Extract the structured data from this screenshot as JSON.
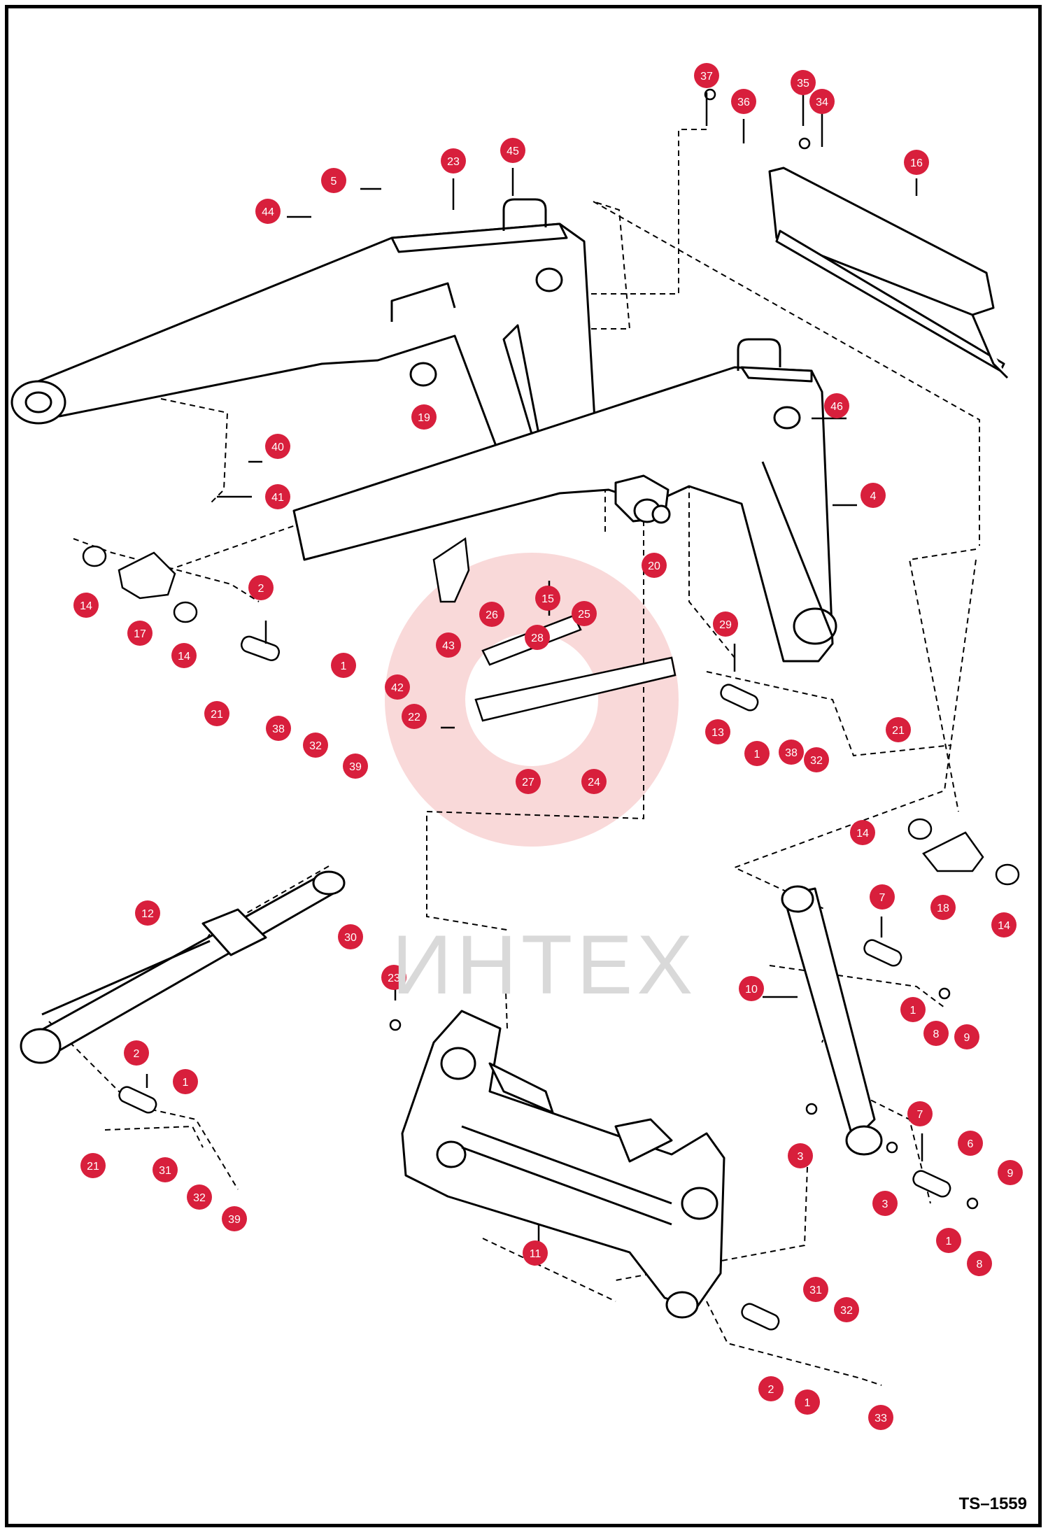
{
  "drawing_code": "TS–1559",
  "watermark": "ИНТЕХ",
  "callout_color": "#d81f3c",
  "callouts": [
    {
      "label": "37"
    },
    {
      "label": "36"
    },
    {
      "label": "35"
    },
    {
      "label": "34"
    },
    {
      "label": "16"
    },
    {
      "label": "23"
    },
    {
      "label": "45"
    },
    {
      "label": "5"
    },
    {
      "label": "44"
    },
    {
      "label": "19"
    },
    {
      "label": "46"
    },
    {
      "label": "40"
    },
    {
      "label": "41"
    },
    {
      "label": "4"
    },
    {
      "label": "20"
    },
    {
      "label": "14"
    },
    {
      "label": "17"
    },
    {
      "label": "14"
    },
    {
      "label": "2"
    },
    {
      "label": "15"
    },
    {
      "label": "25"
    },
    {
      "label": "26"
    },
    {
      "label": "43"
    },
    {
      "label": "28"
    },
    {
      "label": "29"
    },
    {
      "label": "1"
    },
    {
      "label": "42"
    },
    {
      "label": "21"
    },
    {
      "label": "22"
    },
    {
      "label": "38"
    },
    {
      "label": "32"
    },
    {
      "label": "39"
    },
    {
      "label": "27"
    },
    {
      "label": "24"
    },
    {
      "label": "13"
    },
    {
      "label": "1"
    },
    {
      "label": "38"
    },
    {
      "label": "32"
    },
    {
      "label": "21"
    },
    {
      "label": "14"
    },
    {
      "label": "18"
    },
    {
      "label": "14"
    },
    {
      "label": "12"
    },
    {
      "label": "30"
    },
    {
      "label": "23"
    },
    {
      "label": "7"
    },
    {
      "label": "10"
    },
    {
      "label": "1"
    },
    {
      "label": "8"
    },
    {
      "label": "9"
    },
    {
      "label": "2"
    },
    {
      "label": "1"
    },
    {
      "label": "21"
    },
    {
      "label": "31"
    },
    {
      "label": "32"
    },
    {
      "label": "39"
    },
    {
      "label": "7"
    },
    {
      "label": "6"
    },
    {
      "label": "3"
    },
    {
      "label": "9"
    },
    {
      "label": "3"
    },
    {
      "label": "1"
    },
    {
      "label": "8"
    },
    {
      "label": "11"
    },
    {
      "label": "31"
    },
    {
      "label": "32"
    },
    {
      "label": "2"
    },
    {
      "label": "1"
    },
    {
      "label": "33"
    }
  ]
}
